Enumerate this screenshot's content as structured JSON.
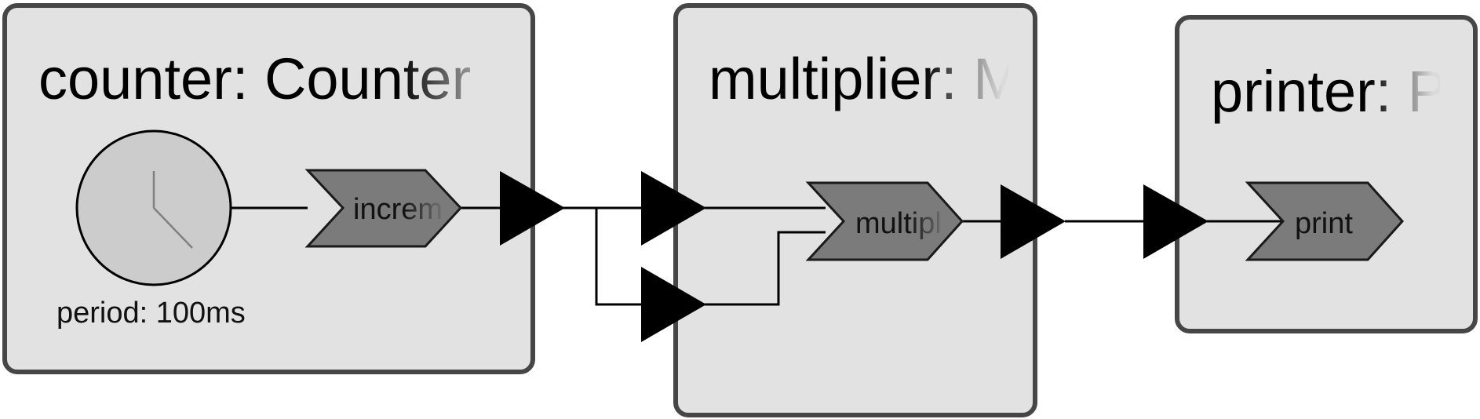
{
  "reactors": [
    {
      "title": "counter: Counter"
    },
    {
      "title": "multiplier: Multiplier"
    },
    {
      "title": "printer: Printer"
    }
  ],
  "reactions": {
    "increment": "incremnt",
    "multiply": "multipl",
    "print": "print"
  },
  "timer": {
    "label": "period: 100ms"
  }
}
